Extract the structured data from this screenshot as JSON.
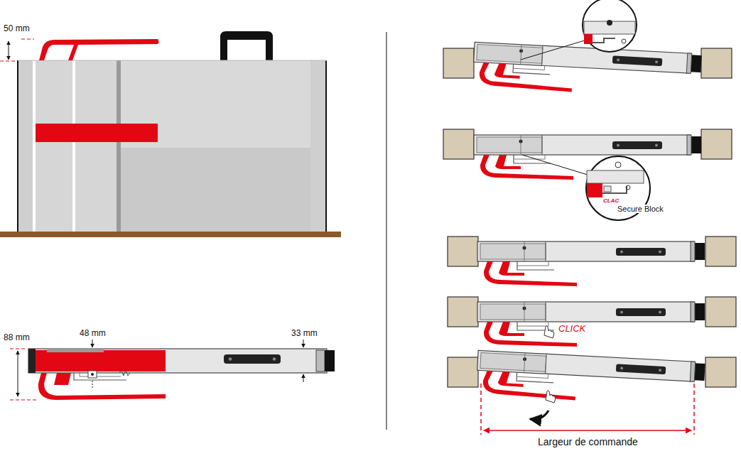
{
  "diagram": {
    "labels": [
      "50 mm",
      "CLAC",
      "Secure Block",
      "88 mm",
      "48 mm",
      "33 mm",
      "CLICK",
      "Largeur de commande"
    ]
  }
}
